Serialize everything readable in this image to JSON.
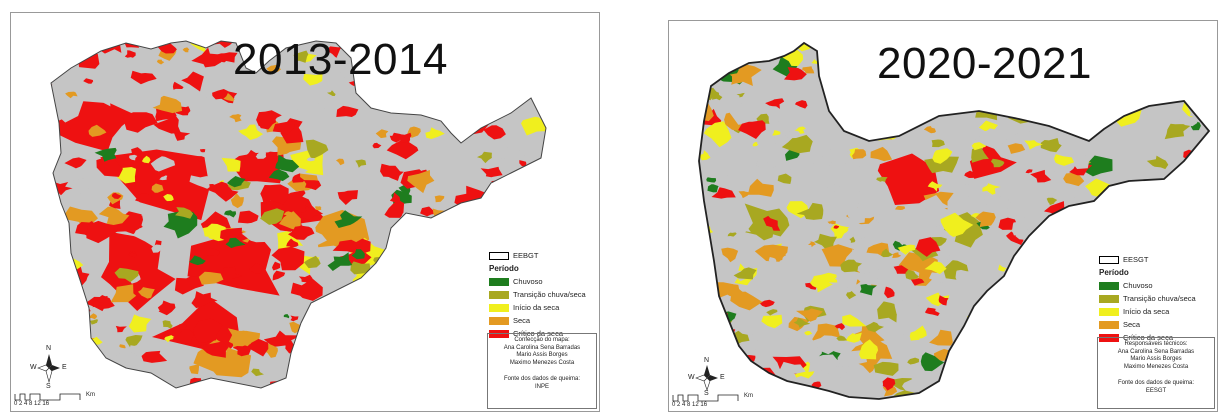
{
  "colors": {
    "chuvoso": "#1e7d1e",
    "transicao": "#a8a821",
    "inicio": "#f0ef1e",
    "seca": "#e39a22",
    "critico": "#ee1111",
    "background": "#c5c5c5"
  },
  "maps": [
    {
      "title": "2013-2014",
      "legend": {
        "boundary": "EEBGT",
        "title": "Período",
        "items": [
          "Chuvoso",
          "Transição chuva/seca",
          "Início da seca",
          "Seca",
          "Crítico da seca"
        ]
      },
      "credits": {
        "line1": "Confecção do mapa:",
        "line2": "Ana Carolina Sena Barradas",
        "line3": "Mario Assis Borges",
        "line4": "Maximo Menezes Costa",
        "line5": "Fonte dos dados de queima:",
        "line6": "INPE"
      },
      "north": {
        "n": "N",
        "s": "S",
        "e": "E",
        "w": "W"
      },
      "scale": {
        "ticks": "0 2 4   8   12   16",
        "unit": "Km"
      }
    },
    {
      "title": "2020-2021",
      "legend": {
        "boundary": "EESGT",
        "title": "Período",
        "items": [
          "Chuvoso",
          "Transição chuva/seca",
          "Início da seca",
          "Seca",
          "Crítico da seca"
        ]
      },
      "credits": {
        "line1": "Responsáveis técnicos:",
        "line2": "Ana Carolina Sena Barradas",
        "line3": "Mario Assis Borges",
        "line4": "Maximo Menezes Costa",
        "line5": "Fonte dos dados de queima:",
        "line6": "EESGT"
      },
      "north": {
        "n": "N",
        "s": "S",
        "e": "E",
        "w": "W"
      },
      "scale": {
        "ticks": "0 2 4   8   12   16",
        "unit": "Km"
      }
    }
  ]
}
